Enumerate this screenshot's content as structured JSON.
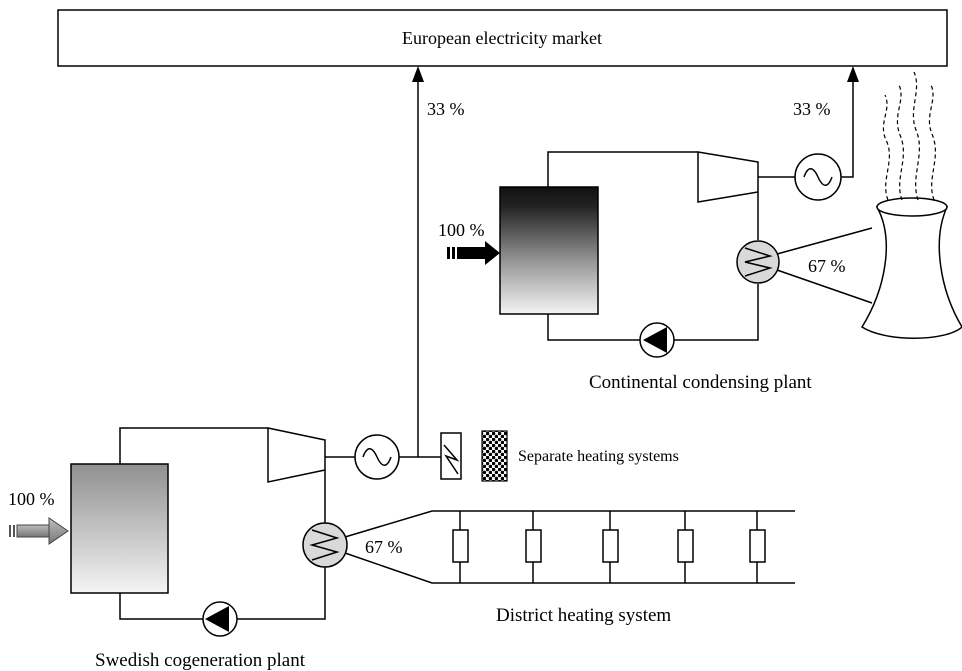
{
  "market": {
    "label": "European electricity market"
  },
  "cogeneration": {
    "name": "Swedish cogeneration plant",
    "fuel_input": "100 %",
    "electricity_output": "33 %",
    "heat_output": "67 %"
  },
  "condensing": {
    "name": "Continental condensing plant",
    "fuel_input": "100 %",
    "electricity_output": "33 %",
    "heat_loss": "67 %"
  },
  "district_heating": {
    "label": "District heating system"
  },
  "separate_heating": {
    "label": "Separate heating systems"
  },
  "colors": {
    "line": "#000000",
    "component_fill": "#d9d9d9",
    "boiler_top_dark": "#111111"
  }
}
